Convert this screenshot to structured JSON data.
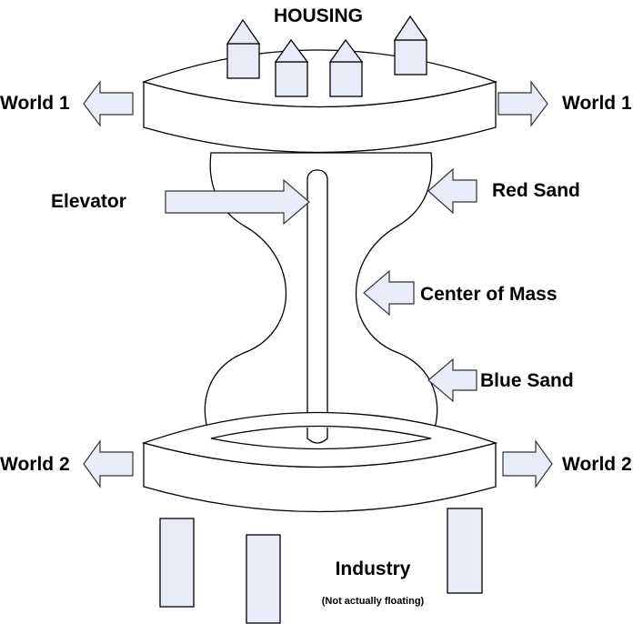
{
  "labels": {
    "housing": "HOUSING",
    "world1_left": "World 1",
    "world1_right": "World 1",
    "world2_left": "World 2",
    "world2_right": "World 2",
    "elevator": "Elevator",
    "red_sand": "Red Sand",
    "center_of_mass": "Center of Mass",
    "blue_sand": "Blue Sand",
    "industry": "Industry",
    "industry_note": "(Not actually floating)"
  },
  "colors": {
    "block_fill": "#e8ecf8",
    "outline": "#000000"
  }
}
